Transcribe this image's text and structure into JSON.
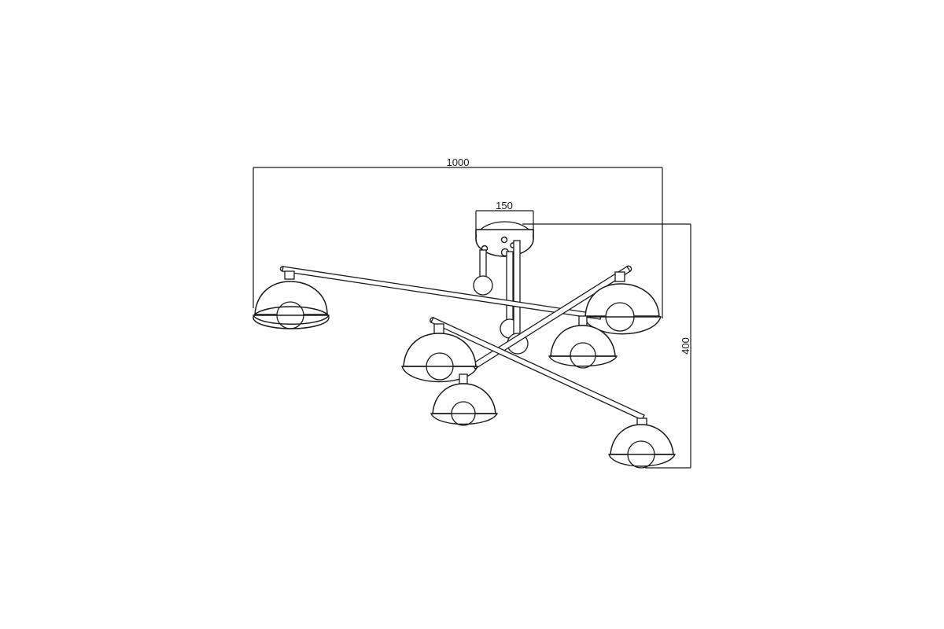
{
  "dimensions": {
    "width_label": "1000",
    "canopy_label": "150",
    "height_label": "400"
  },
  "colors": {
    "line": "#1a1a1a",
    "background": "#ffffff"
  }
}
